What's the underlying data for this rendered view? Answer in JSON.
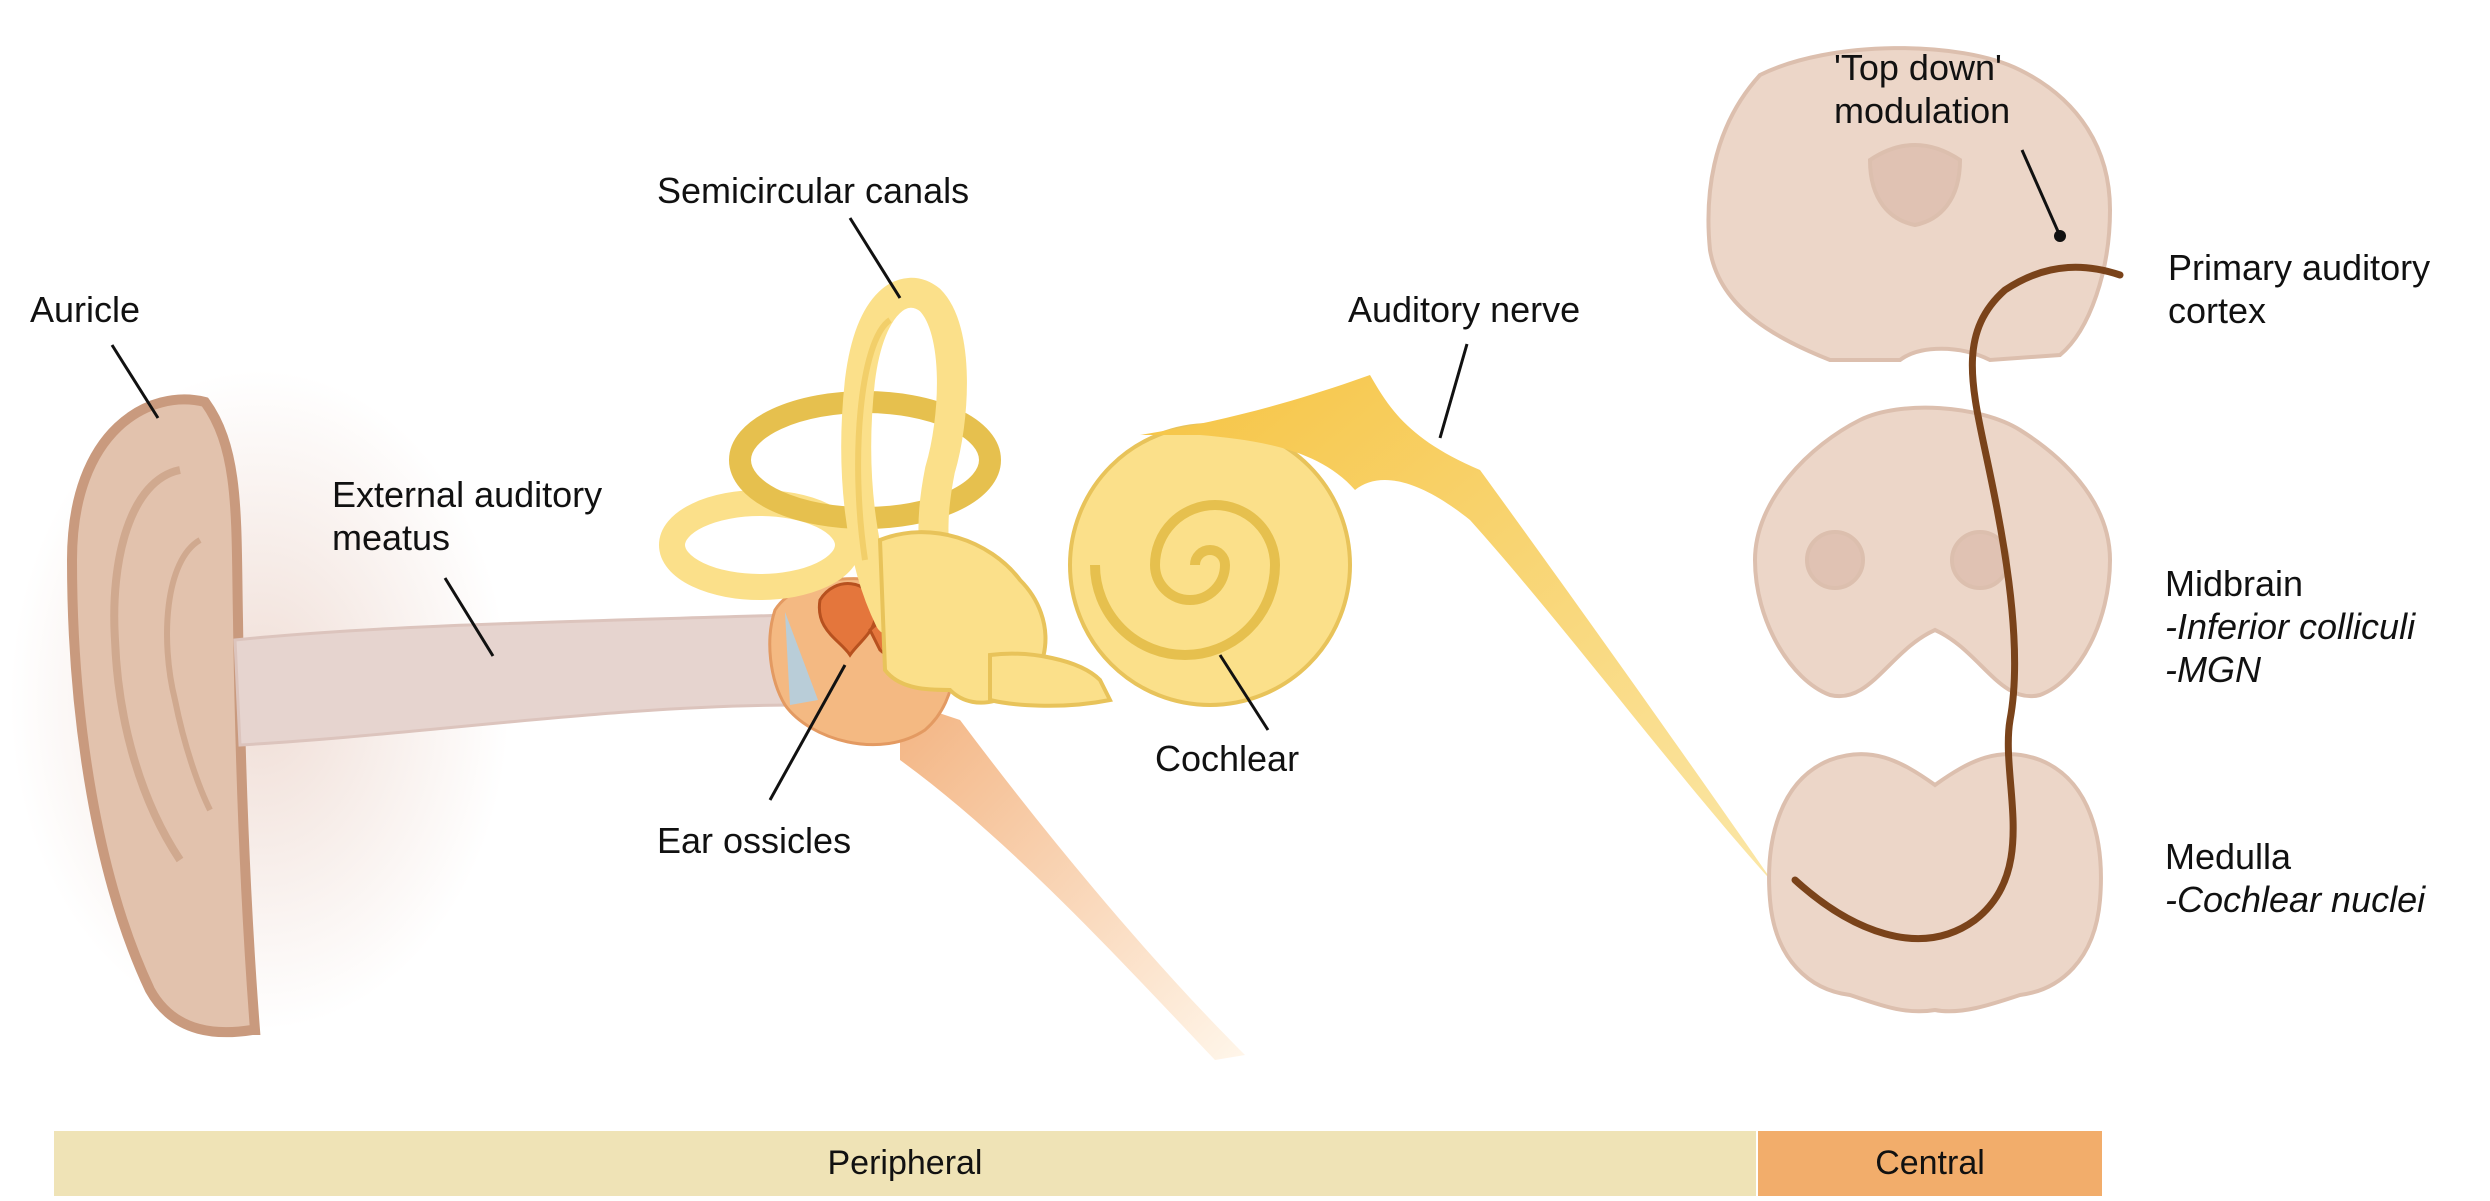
{
  "labels": {
    "auricle": "Auricle",
    "external_meatus_1": "External auditory",
    "external_meatus_2": "meatus",
    "semicircular": "Semicircular canals",
    "ossicles": "Ear ossicles",
    "cochlear": "Cochlear",
    "auditory_nerve": "Auditory nerve",
    "top_down_1": "'Top down'",
    "top_down_2": "modulation",
    "primary_cortex_1": "Primary auditory",
    "primary_cortex_2": "cortex",
    "midbrain": "Midbrain",
    "midbrain_sub1": "-Inferior colliculi",
    "midbrain_sub2": "-MGN",
    "medulla": "Medulla",
    "medulla_sub": "-Cochlear nuclei"
  },
  "bands": {
    "peripheral": "Peripheral",
    "central": "Central"
  },
  "colors": {
    "auricle": "#e2c2ad",
    "meatus": "#e6d4cf",
    "labyrinth": "#fbe08a",
    "ossicles": "#ef9a5a",
    "nerve": "#f6c443",
    "brain": "#ecd6c8",
    "pathway": "#7a431a",
    "peripheral_band": "#efe3b6",
    "central_band": "#f2ad6b"
  }
}
